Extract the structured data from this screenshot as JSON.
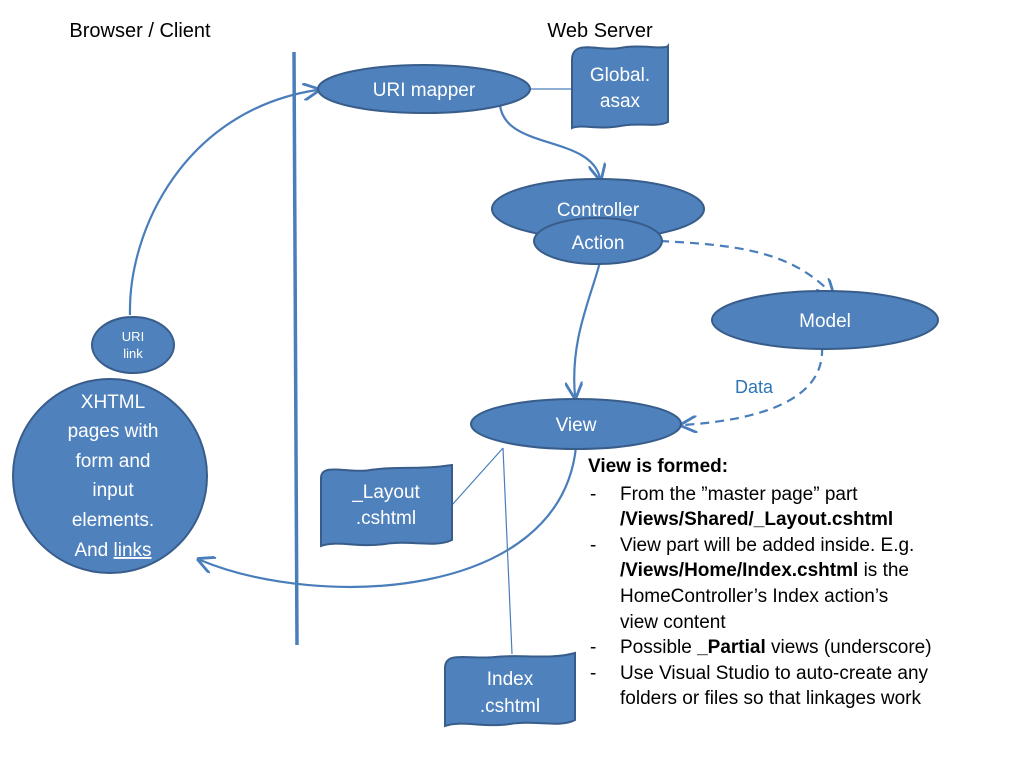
{
  "headers": {
    "client": "Browser / Client",
    "server": "Web Server"
  },
  "nodes": {
    "uri_mapper": "URI mapper",
    "global_asax": [
      "Global.",
      "asax"
    ],
    "controller": "Controller",
    "action": "Action",
    "model": "Model",
    "view": "View",
    "layout_doc": [
      "_Layout",
      ".cshtml"
    ],
    "index_doc": [
      "Index",
      ".cshtml"
    ],
    "uri_link": [
      "URI",
      "link"
    ],
    "client_pages": [
      "XHTML",
      "pages with",
      "form and",
      "input",
      "elements."
    ],
    "client_links_prefix": "And ",
    "client_links_word": "links"
  },
  "labels": {
    "data_edge": "Data"
  },
  "notes": {
    "title": "View is formed:",
    "bullets": [
      {
        "lines": [
          {
            "text": "From the ”master page” part"
          },
          {
            "bold": "/Views/Shared/_Layout.cshtml"
          }
        ]
      },
      {
        "lines": [
          {
            "text": "View part will be added inside. E.g."
          },
          {
            "bold": "/Views/Home/Index.cshtml",
            "text": " is the"
          },
          {
            "text": "HomeController’s Index action’s"
          },
          {
            "text": "view content"
          }
        ]
      },
      {
        "lines": [
          {
            "text": "Possible ",
            "bold": "_Partial",
            "after": " views (underscore)"
          }
        ]
      },
      {
        "lines": [
          {
            "text": "Use Visual Studio to auto-create any"
          },
          {
            "text": "folders or files so that linkages work"
          }
        ]
      }
    ]
  },
  "colors": {
    "node_fill": "#4f81bd",
    "node_stroke": "#385d8a",
    "edge": "#4a7ebb",
    "data_label": "#2e75b6"
  }
}
